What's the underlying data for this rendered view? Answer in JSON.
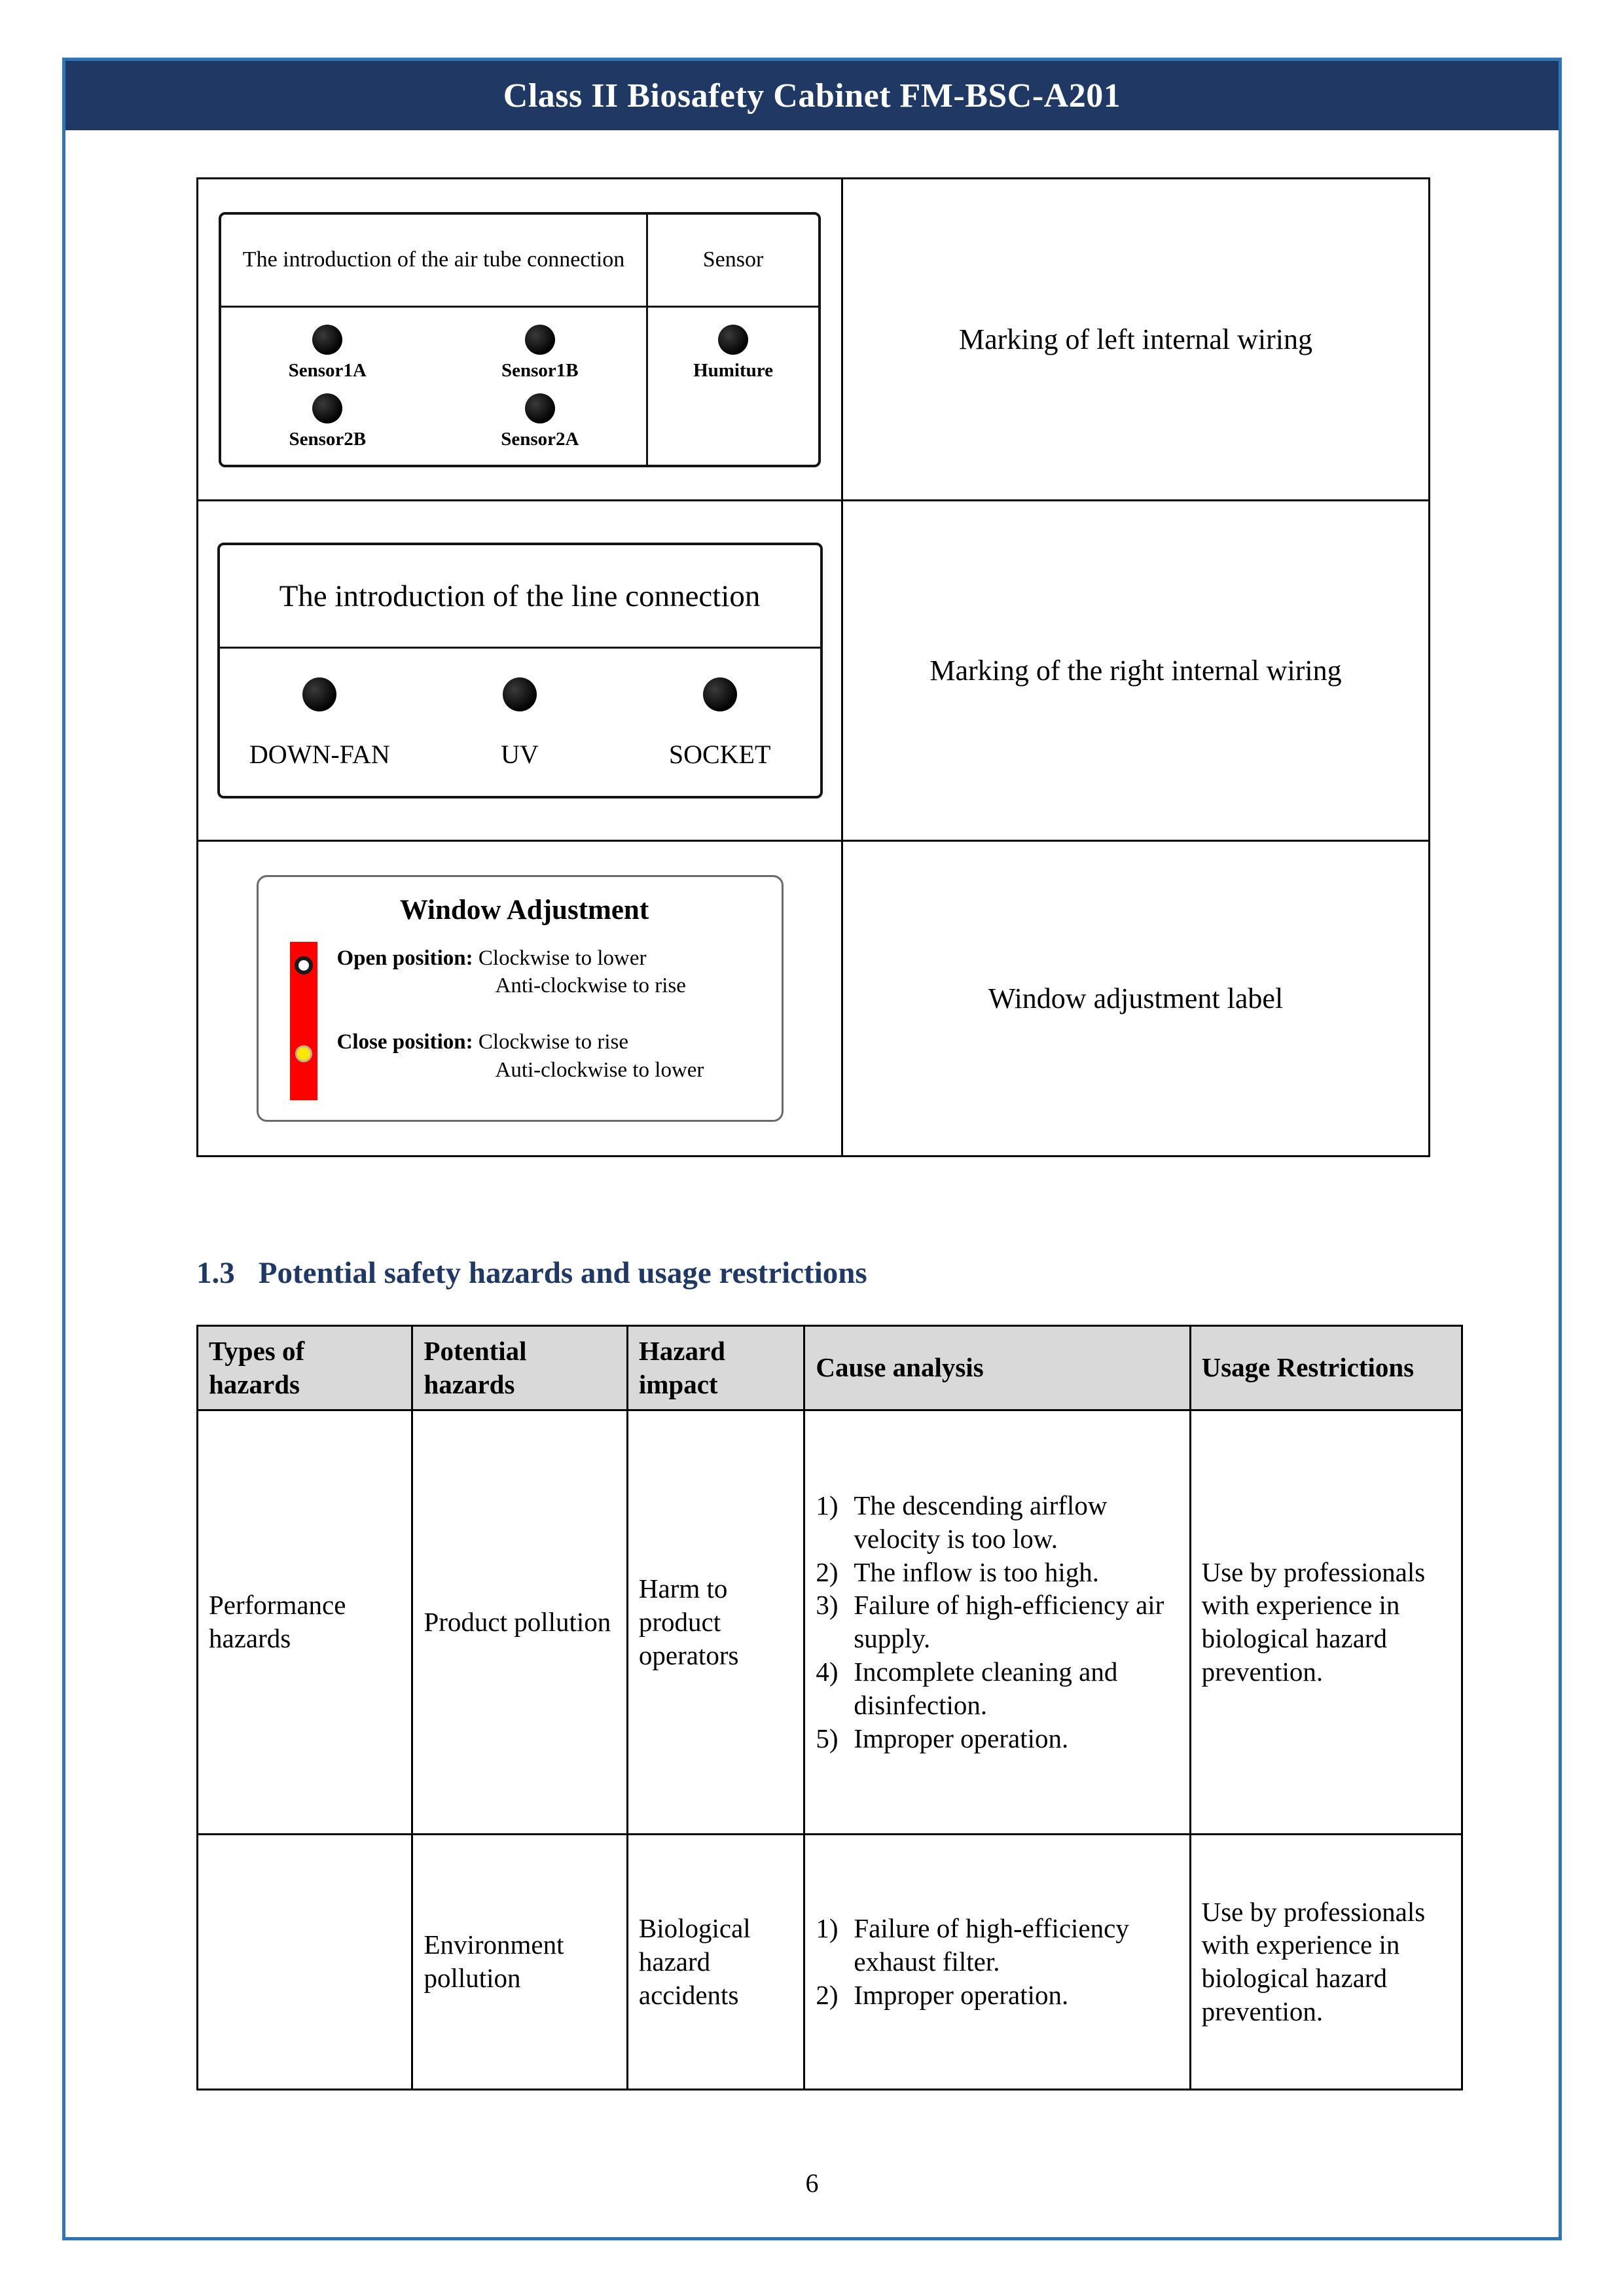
{
  "colors": {
    "header_bg": "#1f3864",
    "frame_border": "#2e75b6",
    "heading_color": "#1f3864",
    "table_header_bg": "#d9d9d9",
    "stripe_red": "#ff0000",
    "close_yellow": "#ffe600"
  },
  "header": {
    "title": "Class II Biosafety Cabinet FM-BSC-A201"
  },
  "labels_table": {
    "row1": {
      "header_left": "The introduction of the air tube connection",
      "header_right": "Sensor",
      "left_dots": [
        "Sensor1A",
        "Sensor1B",
        "Sensor2B",
        "Sensor2A"
      ],
      "right_dot": "Humiture",
      "description": "Marking of left internal wiring"
    },
    "row2": {
      "title": "The introduction of the line connection",
      "items": [
        "DOWN-FAN",
        "UV",
        "SOCKET"
      ],
      "description": "Marking of the right internal wiring"
    },
    "row3": {
      "title": "Window Adjustment",
      "open_label": "Open position:",
      "open_text1": "Clockwise to lower",
      "open_text2": "Anti-clockwise to rise",
      "close_label": "Close position:",
      "close_text1": "Clockwise to rise",
      "close_text2": "Auti-clockwise to lower",
      "description": "Window adjustment label"
    }
  },
  "section": {
    "number": "1.3",
    "title": "Potential safety hazards and usage restrictions"
  },
  "hazards_table": {
    "headers": [
      "Types of hazards",
      "Potential hazards",
      "Hazard impact",
      "Cause analysis",
      "Usage Restrictions"
    ],
    "rows": [
      {
        "types": "Performance hazards",
        "potential": "Product pollution",
        "impact": "Harm to product operators",
        "causes": [
          {
            "n": "1)",
            "text": "The descending airflow velocity is too low."
          },
          {
            "n": "2)",
            "text": "The inflow is too high."
          },
          {
            "n": "3)",
            "text": "Failure of high-efficiency air supply."
          },
          {
            "n": "4)",
            "text": "Incomplete cleaning and disinfection."
          },
          {
            "n": "5)",
            "text": "Improper operation."
          }
        ],
        "restrictions": "Use by professionals with experience in biological hazard prevention."
      },
      {
        "types": "",
        "potential": "Environment pollution",
        "impact": "Biological hazard accidents",
        "causes": [
          {
            "n": "1)",
            "text": "Failure of high-efficiency exhaust filter."
          },
          {
            "n": "2)",
            "text": "Improper operation."
          }
        ],
        "restrictions": "Use by professionals with experience in biological hazard prevention."
      }
    ]
  },
  "footer": {
    "page_number": "6"
  }
}
